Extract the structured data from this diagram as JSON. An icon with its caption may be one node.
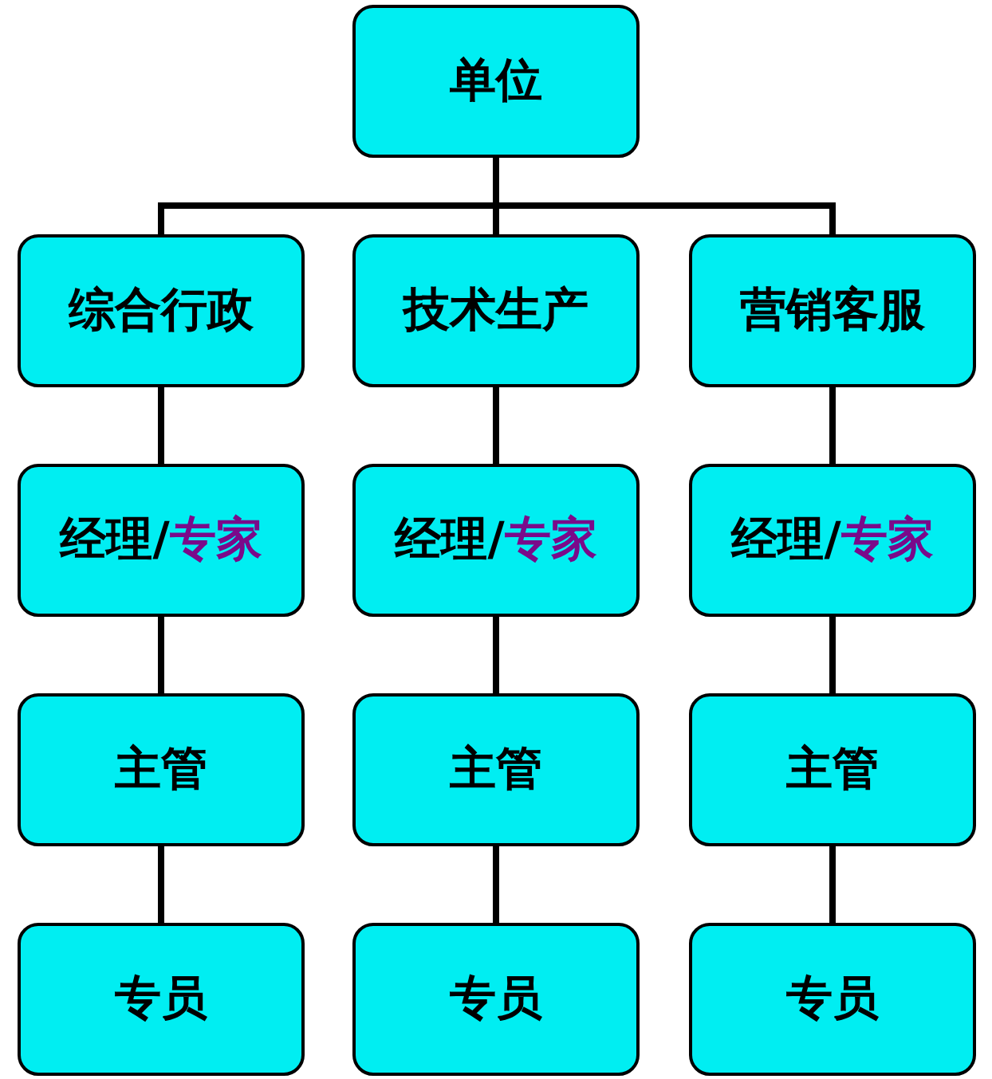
{
  "diagram": {
    "nodes": [
      {
        "text": [
          "单位"
        ]
      },
      {
        "text": [
          "综合行政"
        ]
      },
      {
        "text": [
          "技术生产"
        ]
      },
      {
        "text": [
          "营销客服"
        ]
      },
      {
        "text": [
          "经理/专家"
        ]
      },
      {
        "text": [
          "经理/专家"
        ]
      },
      {
        "text": [
          "经理/专家"
        ]
      },
      {
        "text": [
          "主管"
        ]
      },
      {
        "text": [
          "主管"
        ]
      },
      {
        "text": [
          "主管"
        ]
      },
      {
        "text": [
          "专员"
        ]
      },
      {
        "text": [
          "专员"
        ]
      },
      {
        "text": [
          "专员"
        ]
      }
    ],
    "edges": [
      {
        "from": 0,
        "to": 1,
        "arrow": "none"
      },
      {
        "from": 0,
        "to": 2,
        "arrow": "none"
      },
      {
        "from": 0,
        "to": 3,
        "arrow": "none"
      },
      {
        "from": 1,
        "to": 4,
        "arrow": "none"
      },
      {
        "from": 2,
        "to": 5,
        "arrow": "none"
      },
      {
        "from": 3,
        "to": 6,
        "arrow": "none"
      },
      {
        "from": 4,
        "to": 7,
        "arrow": "none"
      },
      {
        "from": 5,
        "to": 8,
        "arrow": "none"
      },
      {
        "from": 6,
        "to": 9,
        "arrow": "none"
      },
      {
        "from": 7,
        "to": 10,
        "arrow": "none"
      },
      {
        "from": 8,
        "to": 11,
        "arrow": "none"
      },
      {
        "from": 9,
        "to": 12,
        "arrow": "none"
      }
    ]
  }
}
